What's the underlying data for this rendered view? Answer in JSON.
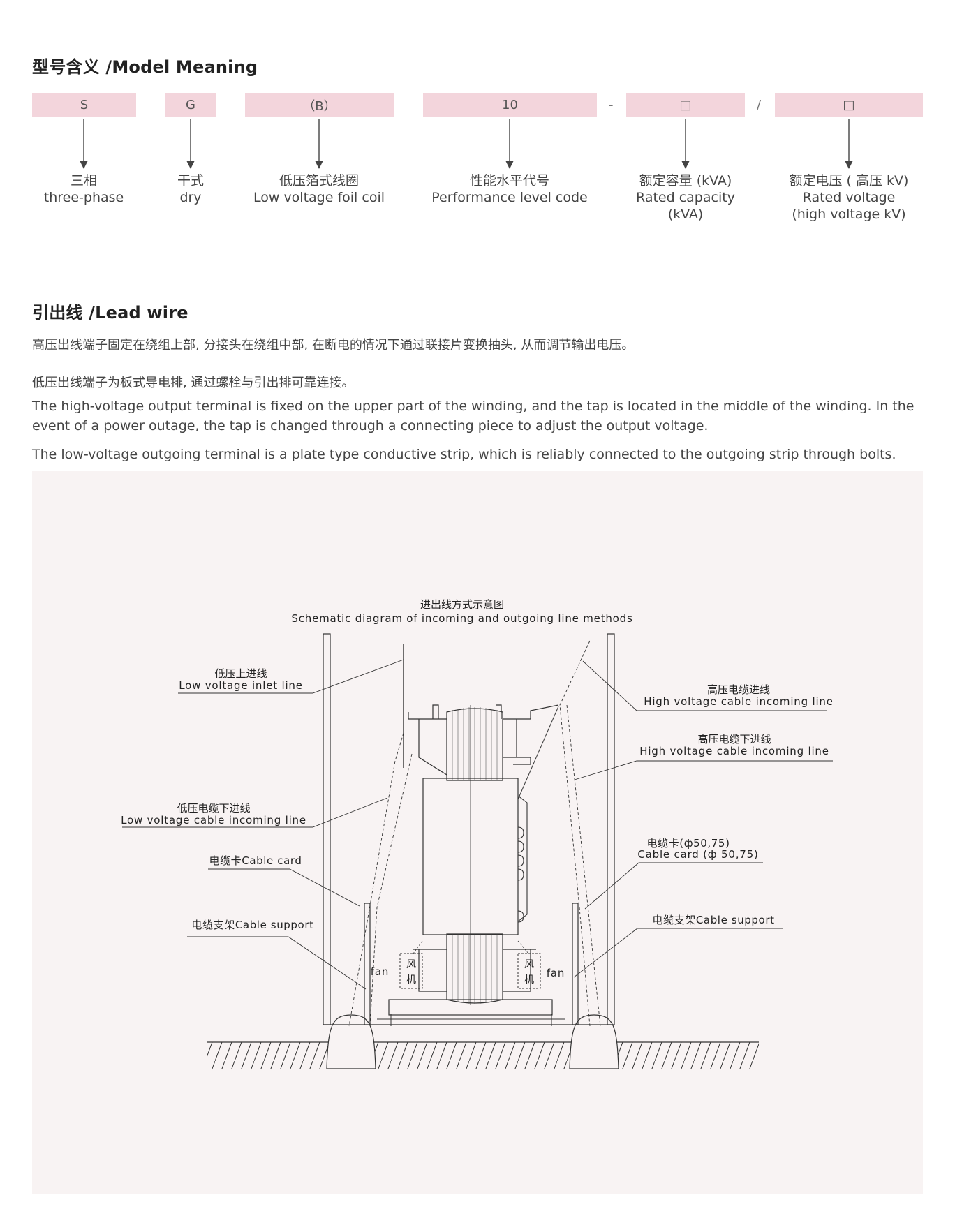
{
  "model_meaning": {
    "title": "型号含义 /Model Meaning",
    "codes": [
      {
        "code": "S",
        "zh": "三相",
        "en": "three-phase"
      },
      {
        "code": "G",
        "zh": "干式",
        "en": "dry"
      },
      {
        "code": "（B）",
        "zh": "低压箔式线圈",
        "en": "Low voltage foil coil"
      },
      {
        "code": "10",
        "zh": "性能水平代号",
        "en": "Performance level code"
      },
      {
        "code": "□",
        "zh": "额定容量 (kVA)",
        "en": "Rated capacity",
        "en2": "(kVA)"
      },
      {
        "code": "□",
        "zh": "额定电压 ( 高压 kV)",
        "en": "Rated voltage",
        "en2": "(high voltage kV)"
      }
    ],
    "separators": [
      "-",
      "/"
    ]
  },
  "lead_wire": {
    "title": "引出线 /Lead wire",
    "zh_p1": "高压出线端子固定在绕组上部, 分接头在绕组中部, 在断电的情况下通过联接片变换抽头, 从而调节输出电压。",
    "zh_p2": "低压出线端子为板式导电排, 通过螺栓与引出排可靠连接。",
    "en_p1": "The high-voltage output terminal is fixed on the upper part of the winding, and the tap is located in the middle of the winding. In the event of a power outage, the tap is changed through a connecting piece to adjust the output voltage.",
    "en_p2": "The low-voltage outgoing terminal is a plate type conductive strip, which is reliably connected to the outgoing strip through bolts."
  },
  "diagram": {
    "title_zh": "进出线方式示意图",
    "title_en": "Schematic diagram of incoming and outgoing line methods",
    "labels": {
      "lv_inlet_zh": "低压上进线",
      "lv_inlet_en": "Low voltage inlet line",
      "lv_cable_zh": "低压电缆下进线",
      "lv_cable_en": "Low voltage cable incoming line",
      "cable_card_left": "电缆卡Cable card",
      "cable_support_left": "电缆支架Cable support",
      "hv_cable_zh": "高压电缆进线",
      "hv_cable_en": "High voltage cable incoming line",
      "hv_cable_down_zh": "高压电缆下进线",
      "hv_cable_down_en": "High voltage cable incoming line",
      "cable_card_right_zh": "电缆卡(ф50,75)",
      "cable_card_right_en": "Cable card (ф 50,75)",
      "cable_support_right": "电缆支架Cable support",
      "fan_left": "fan",
      "fan_right": "fan",
      "fan_zh_1": "风",
      "fan_zh_2": "机"
    }
  },
  "colors": {
    "accent_box": "#f3d5dc",
    "diagram_bg": "#f8f3f3"
  }
}
